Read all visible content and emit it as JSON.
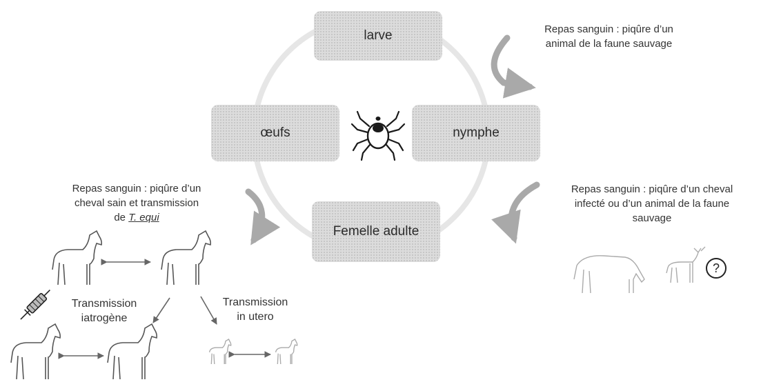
{
  "stages": {
    "larve": "larve",
    "nymphe": "nymphe",
    "femelle": "Femelle adulte",
    "oeufs": "œufs"
  },
  "meals": {
    "larve": [
      "Repas sanguin : piqûre d’un",
      "animal de la faune sauvage"
    ],
    "nymphe": [
      "Repas sanguin : piqûre d’un cheval",
      "infecté ou d’un animal de la faune",
      "sauvage"
    ],
    "adulte_1": "Repas sanguin : piqûre d’un",
    "adulte_2": "cheval sain et transmission",
    "adulte_3_prefix": "de ",
    "adulte_3_species": "T. equi"
  },
  "transmission": {
    "iatrogenic": [
      "Transmission",
      "iatrogène"
    ],
    "in_utero": [
      "Transmission",
      "in utero"
    ]
  },
  "unknown_symbol": "?",
  "icons": [
    "tick-icon",
    "horse-icon",
    "syringe-icon",
    "deer-icon",
    "question-icon"
  ],
  "colors": {
    "box_fill": "#dcdcdc",
    "cycle_ring": "#e6e6e6",
    "arrow": "#a9a9a9",
    "line": "#666666"
  }
}
